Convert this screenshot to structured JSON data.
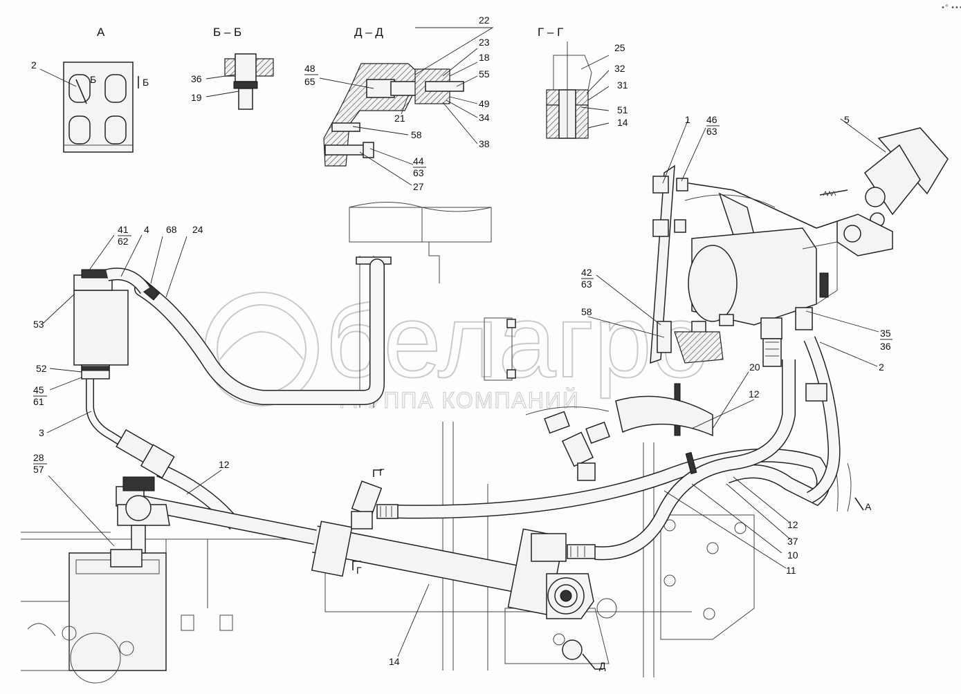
{
  "sections": [
    {
      "id": "a",
      "text": "А"
    },
    {
      "id": "bb",
      "text": "Б – Б"
    },
    {
      "id": "dd",
      "text": "Д – Д"
    },
    {
      "id": "gg",
      "text": "Г – Г"
    }
  ],
  "callouts": {
    "c1": "1",
    "c2a": "2",
    "c2b": "2",
    "c3": "3",
    "c4": "4",
    "c5": "5",
    "c10": "10",
    "c11": "11",
    "c12a": "12",
    "c12b": "12",
    "c12c": "12",
    "c14a": "14",
    "c14b": "14",
    "c18": "18",
    "c19": "19",
    "c20": "20",
    "c21": "21",
    "c22": "22",
    "c23": "23",
    "c24": "24",
    "c25": "25",
    "c27": "27",
    "c28": "28",
    "c31": "31",
    "c32": "32",
    "c34": "34",
    "c35": "35",
    "c36a": "36",
    "c36b": "36",
    "c37": "37",
    "c38": "38",
    "c41": "41",
    "c42": "42",
    "c44": "44",
    "c45": "45",
    "c46": "46",
    "c48": "48",
    "c49": "49",
    "c51": "51",
    "c52": "52",
    "c53": "53",
    "c55": "55",
    "c57": "57",
    "c58a": "58",
    "c58b": "58",
    "c61": "61",
    "c62": "62",
    "c63a": "63",
    "c63b": "63",
    "c63c": "63",
    "c65": "65",
    "c68": "68"
  },
  "view_marks": {
    "b_left": "Б",
    "b_right": "Б",
    "g_top": "Г",
    "g_bottom": "Г",
    "d_mark": "Д",
    "a_mark": "А"
  },
  "watermark": {
    "brand": "белагро",
    "subtitle": "ГРУППА КОМПАНИЙ"
  },
  "corner_mark": "•° •••"
}
